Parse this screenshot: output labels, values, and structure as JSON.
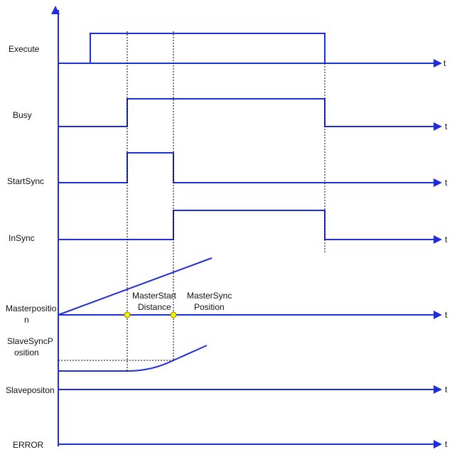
{
  "colors": {
    "signal": "#1f2fd6",
    "axis": "#1f2fd6",
    "guide": "#000000",
    "marker_fill": "#f5f000",
    "marker_stroke": "#8a8400",
    "text": "#111111"
  },
  "signals": [
    {
      "id": "execute",
      "label_lines": [
        "Execute"
      ],
      "t": "t"
    },
    {
      "id": "busy",
      "label_lines": [
        "Busy"
      ],
      "t": "t"
    },
    {
      "id": "startsync",
      "label_lines": [
        "StartSync"
      ],
      "t": "t"
    },
    {
      "id": "insync",
      "label_lines": [
        "InSync"
      ],
      "t": "t"
    },
    {
      "id": "masterposition",
      "label_lines": [
        "Masterpositio",
        "n"
      ],
      "t": "t"
    },
    {
      "id": "slavesyncposition",
      "label_lines": [
        "SlaveSyncP",
        "osition"
      ],
      "t": ""
    },
    {
      "id": "slaveposition",
      "label_lines": [
        "Slavepositon"
      ],
      "t": "t"
    },
    {
      "id": "error",
      "label_lines": [
        "ERROR"
      ],
      "t": "t"
    }
  ],
  "annotations": {
    "master_start_distance": [
      "MasterStart",
      "Distance"
    ],
    "master_sync_position": [
      "MasterSync",
      "Position"
    ]
  }
}
